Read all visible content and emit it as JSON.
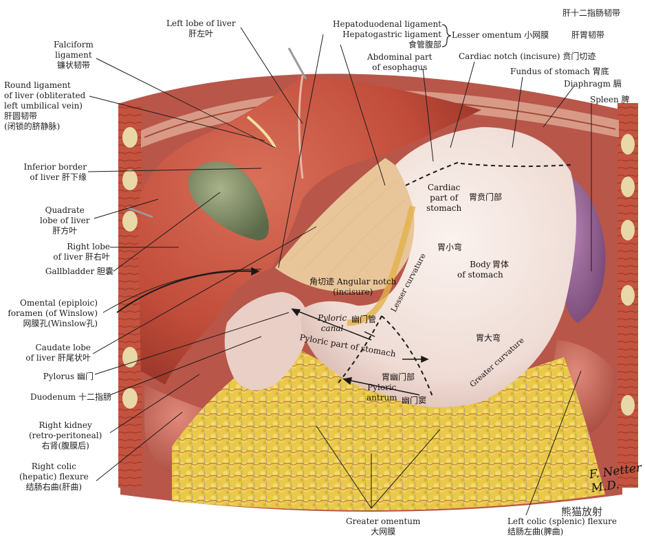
{
  "labels": {
    "left_lobe": [
      "Left lobe of liver",
      "肝左叶"
    ],
    "falciform": [
      "Falciform",
      "ligament",
      "镰状韧带"
    ],
    "round_lig": [
      "Round ligament",
      "of liver (obliterated",
      "left umbilical vein)",
      "肝圆韧带",
      "(闭锁的脐静脉)"
    ],
    "inferior_border": [
      "Inferior border",
      "of liver 肝下缘"
    ],
    "quadrate": [
      "Quadrate",
      "lobe of liver",
      "肝方叶"
    ],
    "right_lobe": [
      "Right lobe",
      "of liver 肝右叶"
    ],
    "gallbladder": [
      "Gallbladder 胆囊"
    ],
    "omental_foramen": [
      "Omental (epiploic)",
      "foramen (of Winslow)",
      "网膜孔(Winslow孔)"
    ],
    "caudate": [
      "Caudate lobe",
      "of liver 肝尾状叶"
    ],
    "pylorus": [
      "Pylorus 幽门"
    ],
    "duodenum": [
      "Duodenum 十二指肠"
    ],
    "right_kidney": [
      "Right kidney",
      "(retro-peritoneal)",
      "右肾(腹膜后)"
    ],
    "right_colic": [
      "Right colic",
      "(hepatic) flexure",
      "结肠右曲(肝曲)"
    ],
    "hepatoduodenal": [
      "Hepatoduodenal ligament",
      "Hepatogastric ligament",
      "食管腹部"
    ],
    "lesser_omentum": "Lesser omentum 小网膜",
    "hepatogastric_cn": "肝胃韧带",
    "hepatoduodenal_cn": "肝十二指肠韧带",
    "abdominal_esoph": [
      "Abdominal part",
      "of esophagus"
    ],
    "cardiac_notch": "Cardiac notch (incisure) 贲门切迹",
    "fundus": "Fundus of stomach 胃底",
    "diaphragm": "Diaphragm 膈",
    "spleen": "Spleen 脾",
    "cardiac_part": [
      "Cardiac",
      "part of",
      "stomach"
    ],
    "cardiac_part_cn": "胃贲门部",
    "lesser_curv_cn": "胃小弯",
    "lesser_curv": "Lesser curvature",
    "body": [
      "Body",
      "of stomach"
    ],
    "body_cn": "胃体",
    "angular": [
      "角切迹 Angular notch",
      "(incisure)"
    ],
    "pyloric_canal": [
      "Pyloric",
      "canal"
    ],
    "pyloric_canal_cn": "幽门管",
    "pyloric_part": "Pyloric part of stomach",
    "pyloric_part_cn": "胃幽门部",
    "pyloric_antrum": [
      "Pyloric",
      "antrum"
    ],
    "pyloric_antrum_cn": "幽门窦",
    "greater_curv_cn": "胃大弯",
    "greater_curv": "Greater curvature",
    "greater_omentum": [
      "Greater omentum",
      "大网膜"
    ],
    "left_colic": [
      "Left colic (splenic) flexure",
      "结肠左曲(脾曲)"
    ]
  },
  "signature": "F. Netter M.D.",
  "watermark": "熊猫放射"
}
